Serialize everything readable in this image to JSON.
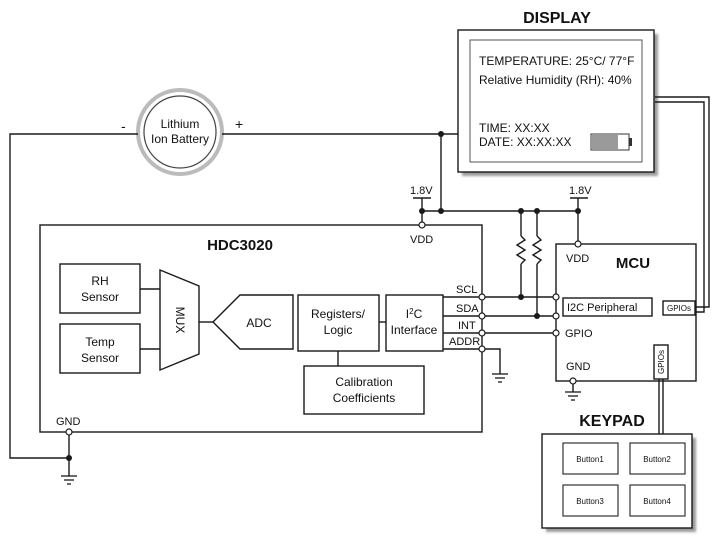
{
  "display": {
    "title": "DISPLAY",
    "temperature": "TEMPERATURE: 25°C/ 77°F",
    "humidity": "Relative Humidity (RH): 40%",
    "time": "TIME: XX:XX",
    "date": "DATE: XX:XX:XX"
  },
  "battery": {
    "line1": "Lithium",
    "line2": "Ion Battery",
    "minus": "-",
    "plus": "+"
  },
  "supply": {
    "left_voltage": "1.8V",
    "right_voltage": "1.8V"
  },
  "hdc": {
    "title": "HDC3020",
    "vdd": "VDD",
    "gnd": "GND",
    "rh_sensor_1": "RH",
    "rh_sensor_2": "Sensor",
    "temp_sensor_1": "Temp",
    "temp_sensor_2": "Sensor",
    "mux": "MUX",
    "adc": "ADC",
    "registers_1": "Registers/",
    "registers_2": "Logic",
    "i2c_sup": "2",
    "i2c_1_pre": "I",
    "i2c_1_post": "C",
    "i2c_2": "Interface",
    "calib_1": "Calibration",
    "calib_2": "Coefficients",
    "pin_scl": "SCL",
    "pin_sda": "SDA",
    "pin_int": "INT",
    "pin_addr": "ADDR"
  },
  "mcu": {
    "title": "MCU",
    "vdd": "VDD",
    "i2c_peripheral": "I2C Peripheral",
    "gpios_right": "GPIOs",
    "gpio": "GPIO",
    "gnd": "GND",
    "gpios_bottom": "GPIOs"
  },
  "keypad": {
    "title": "KEYPAD",
    "button1": "Button1",
    "button2": "Button2",
    "button3": "Button3",
    "button4": "Button4"
  }
}
